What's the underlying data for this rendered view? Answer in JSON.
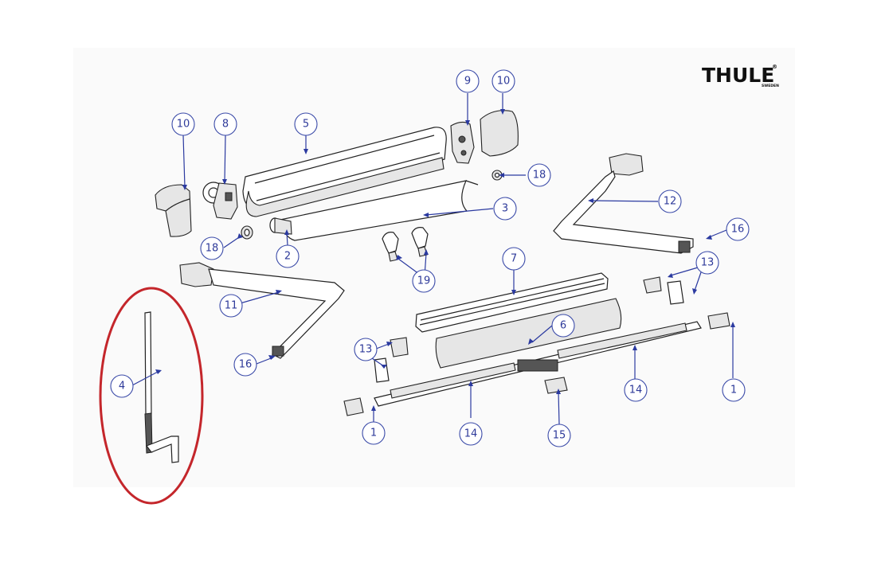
{
  "brand": {
    "name": "THULE",
    "sub": "SWEDEN",
    "registered": "®"
  },
  "highlighted_part": "4",
  "colors": {
    "callout": "#3a4aa8",
    "highlight": "#c4262b",
    "panel_bg": "#fafafa"
  },
  "callouts": [
    {
      "id": "c10a",
      "label": "10"
    },
    {
      "id": "c8",
      "label": "8"
    },
    {
      "id": "c5",
      "label": "5"
    },
    {
      "id": "c9",
      "label": "9"
    },
    {
      "id": "c10b",
      "label": "10"
    },
    {
      "id": "c18a",
      "label": "18"
    },
    {
      "id": "c3",
      "label": "3"
    },
    {
      "id": "c12",
      "label": "12"
    },
    {
      "id": "c16a",
      "label": "16"
    },
    {
      "id": "c18b",
      "label": "18"
    },
    {
      "id": "c2",
      "label": "2"
    },
    {
      "id": "c19",
      "label": "19"
    },
    {
      "id": "c7",
      "label": "7"
    },
    {
      "id": "c13a",
      "label": "13"
    },
    {
      "id": "c11",
      "label": "11"
    },
    {
      "id": "c6",
      "label": "6"
    },
    {
      "id": "c16b",
      "label": "16"
    },
    {
      "id": "c13b",
      "label": "13"
    },
    {
      "id": "c4",
      "label": "4"
    },
    {
      "id": "c14a",
      "label": "14"
    },
    {
      "id": "c1a",
      "label": "1"
    },
    {
      "id": "c1b",
      "label": "1"
    },
    {
      "id": "c14b",
      "label": "14"
    },
    {
      "id": "c15",
      "label": "15"
    }
  ]
}
